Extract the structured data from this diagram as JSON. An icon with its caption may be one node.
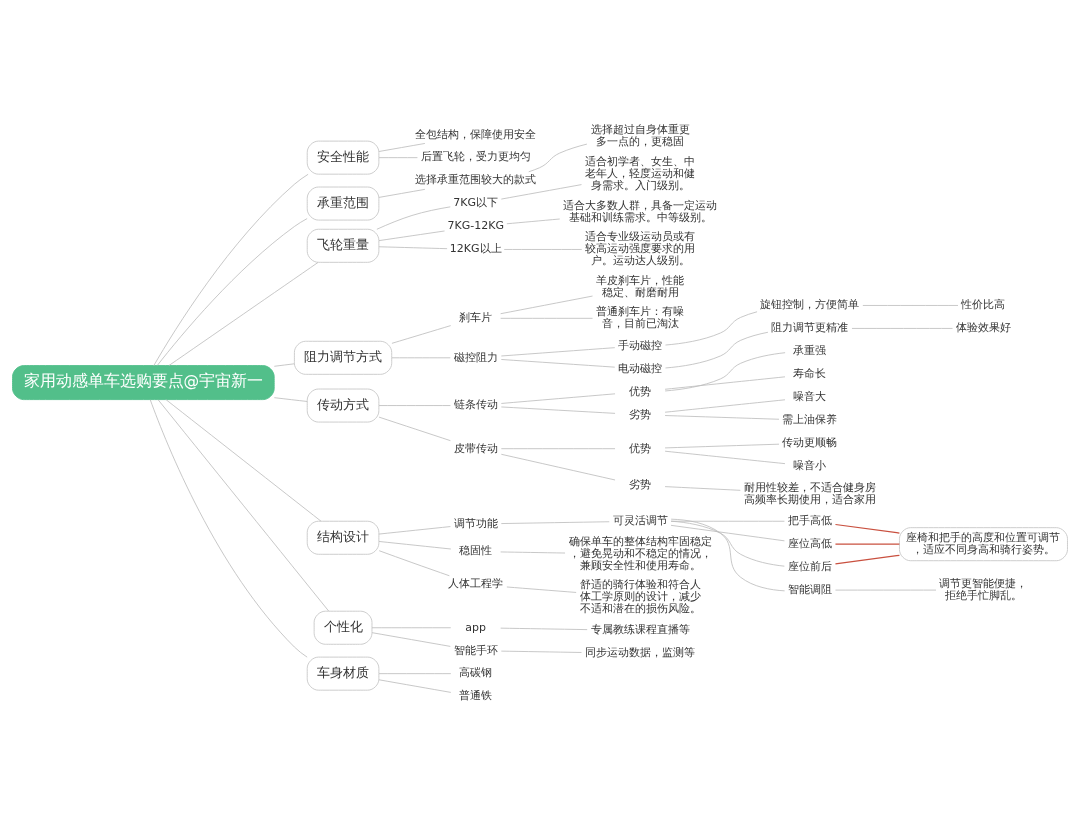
{
  "diagram": {
    "nodes": [
      {
        "text": [
          "家用动感单车选购要点@宇宙新一"
        ]
      },
      {
        "text": [
          "安全性能"
        ]
      },
      {
        "text": [
          "全包结构，保障使用安全"
        ]
      },
      {
        "text": [
          "后置飞轮，受力更均匀"
        ]
      },
      {
        "text": [
          "承重范围"
        ]
      },
      {
        "text": [
          "选择承重范围较大的款式"
        ]
      },
      {
        "text": [
          "选择超过自身体重更多一点的，更稳固"
        ]
      },
      {
        "text": [
          "飞轮重量"
        ]
      },
      {
        "text": [
          "7KG以下"
        ]
      },
      {
        "text": [
          "适合初学者、女生、中老年人，轻度运动和健身需求。入门级别。"
        ]
      },
      {
        "text": [
          "7KG-12KG"
        ]
      },
      {
        "text": [
          "适合大多数人群，具备一定运动基础和训练需求。中等级别。"
        ]
      },
      {
        "text": [
          "12KG以上"
        ]
      },
      {
        "text": [
          "适合专业级运动员或有较高运动强度要求的用户。运动达人级别。"
        ]
      },
      {
        "text": [
          "阻力调节方式"
        ]
      },
      {
        "text": [
          "刹车片"
        ]
      },
      {
        "text": [
          "羊皮刹车片，性能稳定、耐磨耐用"
        ]
      },
      {
        "text": [
          "普通刹车片：有噪音，目前已淘汰"
        ]
      },
      {
        "text": [
          "磁控阻力"
        ]
      },
      {
        "text": [
          "手动磁控"
        ]
      },
      {
        "text": [
          "旋钮控制，方便简单"
        ]
      },
      {
        "text": [
          "性价比高"
        ]
      },
      {
        "text": [
          "电动磁控"
        ]
      },
      {
        "text": [
          "阻力调节更精准"
        ]
      },
      {
        "text": [
          "体验效果好"
        ]
      },
      {
        "text": [
          "传动方式"
        ]
      },
      {
        "text": [
          "链条传动"
        ]
      },
      {
        "text": [
          "优势"
        ]
      },
      {
        "text": [
          "承重强"
        ]
      },
      {
        "text": [
          "寿命长"
        ]
      },
      {
        "text": [
          "劣势"
        ]
      },
      {
        "text": [
          "噪音大"
        ]
      },
      {
        "text": [
          "需上油保养"
        ]
      },
      {
        "text": [
          "皮带传动"
        ]
      },
      {
        "text": [
          "优势"
        ]
      },
      {
        "text": [
          "传动更顺畅"
        ]
      },
      {
        "text": [
          "噪音小"
        ]
      },
      {
        "text": [
          "劣势"
        ]
      },
      {
        "text": [
          "耐用性较差，不适合健身房高频率长期使用，适合家用"
        ]
      },
      {
        "text": [
          "结构设计"
        ]
      },
      {
        "text": [
          "调节功能"
        ]
      },
      {
        "text": [
          "可灵活调节"
        ]
      },
      {
        "text": [
          "把手高低"
        ]
      },
      {
        "text": [
          "座位高低"
        ]
      },
      {
        "text": [
          "座位前后"
        ]
      },
      {
        "text": [
          "座椅和把手的高度和位置可调节，适应不同身高和骑行姿势。"
        ]
      },
      {
        "text": [
          "智能调阻"
        ]
      },
      {
        "text": [
          "调节更智能便捷，拒绝手忙脚乱。"
        ]
      },
      {
        "text": [
          "稳固性"
        ]
      },
      {
        "text": [
          "确保单车的整体结构牢固稳定，避免晃动和不稳定的情况，兼顾安全性和使用寿命。"
        ]
      },
      {
        "text": [
          "人体工程学"
        ]
      },
      {
        "text": [
          "舒适的骑行体验和符合人体工学原则的设计，减少不适和潜在的损伤风险。"
        ]
      },
      {
        "text": [
          "个性化"
        ]
      },
      {
        "text": [
          "app"
        ]
      },
      {
        "text": [
          "专属教练课程直播等"
        ]
      },
      {
        "text": [
          "智能手环"
        ]
      },
      {
        "text": [
          "同步运动数据，监测等"
        ]
      },
      {
        "text": [
          "车身材质"
        ]
      },
      {
        "text": [
          "高碳钢"
        ]
      },
      {
        "text": [
          "普通铁"
        ]
      }
    ],
    "edges": [
      {
        "from": 0,
        "to": 1,
        "arrow": "none"
      },
      {
        "from": 1,
        "to": 2,
        "arrow": "none"
      },
      {
        "from": 1,
        "to": 3,
        "arrow": "none"
      },
      {
        "from": 0,
        "to": 4,
        "arrow": "none"
      },
      {
        "from": 4,
        "to": 5,
        "arrow": "none"
      },
      {
        "from": 5,
        "to": 6,
        "arrow": "none"
      },
      {
        "from": 0,
        "to": 7,
        "arrow": "none"
      },
      {
        "from": 7,
        "to": 8,
        "arrow": "none"
      },
      {
        "from": 8,
        "to": 9,
        "arrow": "none"
      },
      {
        "from": 7,
        "to": 10,
        "arrow": "none"
      },
      {
        "from": 10,
        "to": 11,
        "arrow": "none"
      },
      {
        "from": 7,
        "to": 12,
        "arrow": "none"
      },
      {
        "from": 12,
        "to": 13,
        "arrow": "none"
      },
      {
        "from": 0,
        "to": 14,
        "arrow": "none"
      },
      {
        "from": 14,
        "to": 15,
        "arrow": "none"
      },
      {
        "from": 15,
        "to": 16,
        "arrow": "none"
      },
      {
        "from": 15,
        "to": 17,
        "arrow": "none"
      },
      {
        "from": 14,
        "to": 18,
        "arrow": "none"
      },
      {
        "from": 18,
        "to": 19,
        "arrow": "none"
      },
      {
        "from": 19,
        "to": 20,
        "arrow": "none"
      },
      {
        "from": 20,
        "to": 21,
        "arrow": "none"
      },
      {
        "from": 18,
        "to": 22,
        "arrow": "none"
      },
      {
        "from": 22,
        "to": 23,
        "arrow": "none"
      },
      {
        "from": 23,
        "to": 24,
        "arrow": "none"
      },
      {
        "from": 0,
        "to": 25,
        "arrow": "none"
      },
      {
        "from": 25,
        "to": 26,
        "arrow": "none"
      },
      {
        "from": 26,
        "to": 27,
        "arrow": "none"
      },
      {
        "from": 27,
        "to": 28,
        "arrow": "none"
      },
      {
        "from": 27,
        "to": 29,
        "arrow": "none"
      },
      {
        "from": 26,
        "to": 30,
        "arrow": "none"
      },
      {
        "from": 30,
        "to": 31,
        "arrow": "none"
      },
      {
        "from": 30,
        "to": 32,
        "arrow": "none"
      },
      {
        "from": 25,
        "to": 33,
        "arrow": "none"
      },
      {
        "from": 33,
        "to": 34,
        "arrow": "none"
      },
      {
        "from": 34,
        "to": 35,
        "arrow": "none"
      },
      {
        "from": 34,
        "to": 36,
        "arrow": "none"
      },
      {
        "from": 33,
        "to": 37,
        "arrow": "none"
      },
      {
        "from": 37,
        "to": 38,
        "arrow": "none"
      },
      {
        "from": 0,
        "to": 39,
        "arrow": "none"
      },
      {
        "from": 39,
        "to": 40,
        "arrow": "none"
      },
      {
        "from": 40,
        "to": 41,
        "arrow": "none"
      },
      {
        "from": 41,
        "to": 42,
        "arrow": "none"
      },
      {
        "from": 41,
        "to": 43,
        "arrow": "none"
      },
      {
        "from": 41,
        "to": 44,
        "arrow": "none"
      },
      {
        "from": 42,
        "to": 45,
        "arrow": "none",
        "color": "#c9503f"
      },
      {
        "from": 43,
        "to": 45,
        "arrow": "none",
        "color": "#c9503f"
      },
      {
        "from": 44,
        "to": 45,
        "arrow": "none",
        "color": "#c9503f"
      },
      {
        "from": 41,
        "to": 46,
        "arrow": "none"
      },
      {
        "from": 46,
        "to": 47,
        "arrow": "none"
      },
      {
        "from": 39,
        "to": 48,
        "arrow": "none"
      },
      {
        "from": 48,
        "to": 49,
        "arrow": "none"
      },
      {
        "from": 39,
        "to": 50,
        "arrow": "none"
      },
      {
        "from": 50,
        "to": 51,
        "arrow": "none"
      },
      {
        "from": 0,
        "to": 52,
        "arrow": "none"
      },
      {
        "from": 52,
        "to": 53,
        "arrow": "none"
      },
      {
        "from": 53,
        "to": 54,
        "arrow": "none"
      },
      {
        "from": 52,
        "to": 55,
        "arrow": "none"
      },
      {
        "from": 55,
        "to": 56,
        "arrow": "none"
      },
      {
        "from": 0,
        "to": 57,
        "arrow": "none"
      },
      {
        "from": 57,
        "to": 58,
        "arrow": "none"
      },
      {
        "from": 57,
        "to": 59,
        "arrow": "none"
      }
    ]
  }
}
